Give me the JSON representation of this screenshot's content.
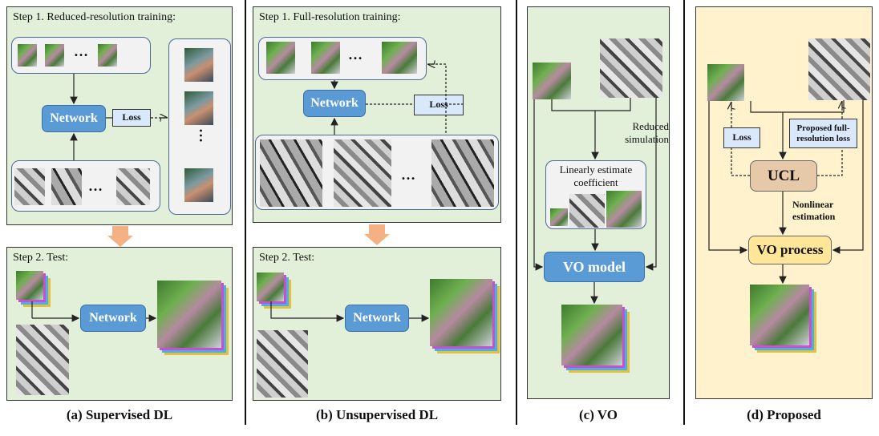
{
  "panel_a": {
    "step1": "Step 1. Reduced-resolution training:",
    "network": "Network",
    "loss": "Loss",
    "ellipsis": "…",
    "vdots": "⋮",
    "step2": "Step 2. Test:",
    "network_test": "Network",
    "caption": "(a) Supervised DL"
  },
  "panel_b": {
    "step1": "Step 1. Full-resolution training:",
    "network": "Network",
    "loss": "Loss",
    "ellipsis": "…",
    "step2": "Step 2. Test:",
    "network_test": "Network",
    "caption": "(b) Unsupervised DL"
  },
  "panel_c": {
    "reduced": "Reduced simulation",
    "linear": "Linearly estimate coefficient",
    "vo_model": "VO model",
    "caption": "(c) VO"
  },
  "panel_d": {
    "loss": "Loss",
    "proposed_loss": "Proposed full-resolution loss",
    "ucl": "UCL",
    "nonlinear": "Nonlinear estimation",
    "vo_process": "VO process",
    "caption": "(d) Proposed"
  },
  "colors": {
    "green_panel": "#e2efd9",
    "yellow_panel": "#fff2cc",
    "network": "#5b9bd5",
    "loss": "#dae8fc",
    "ucl": "#e6c9a8",
    "vo_process": "#ffe699",
    "arrow": "#f4b183"
  }
}
